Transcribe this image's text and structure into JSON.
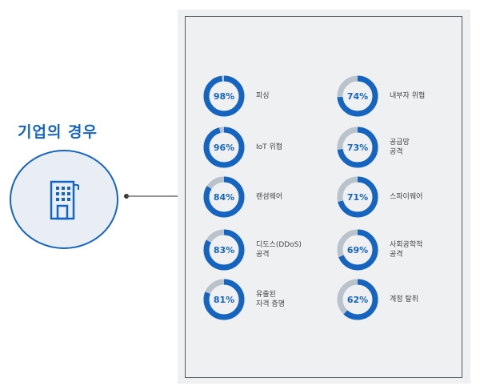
{
  "title": "기업의 경우",
  "colors": {
    "accent": "#1565c0",
    "track": "#b9c3cc"
  },
  "threats": [
    {
      "percent": 98,
      "value_label": "98%",
      "label_lines": [
        "피싱"
      ]
    },
    {
      "percent": 96,
      "value_label": "96%",
      "label_lines": [
        "IoT 위협"
      ]
    },
    {
      "percent": 84,
      "value_label": "84%",
      "label_lines": [
        "랜섬웨어"
      ]
    },
    {
      "percent": 83,
      "value_label": "83%",
      "label_lines": [
        "디도스(DDoS)",
        "공격"
      ]
    },
    {
      "percent": 81,
      "value_label": "81%",
      "label_lines": [
        "유출된",
        "자격 증명"
      ]
    },
    {
      "percent": 74,
      "value_label": "74%",
      "label_lines": [
        "내부자 위협"
      ]
    },
    {
      "percent": 73,
      "value_label": "73%",
      "label_lines": [
        "공급망",
        "공격"
      ]
    },
    {
      "percent": 71,
      "value_label": "71%",
      "label_lines": [
        "스파이웨어"
      ]
    },
    {
      "percent": 69,
      "value_label": "69%",
      "label_lines": [
        "사회공학적",
        "공격"
      ]
    },
    {
      "percent": 62,
      "value_label": "62%",
      "label_lines": [
        "계정 탈취"
      ]
    }
  ]
}
